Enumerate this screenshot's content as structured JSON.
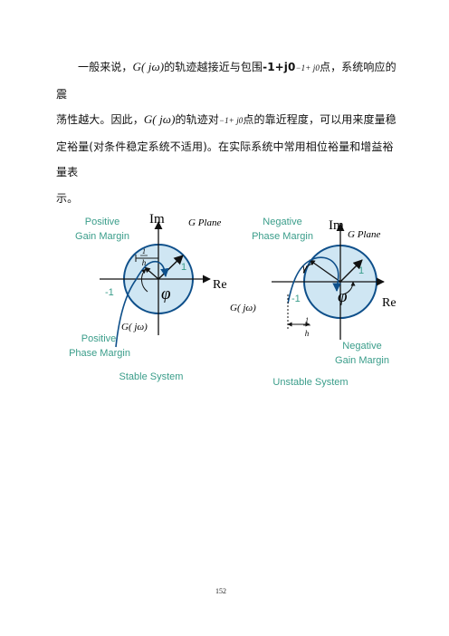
{
  "paragraph": {
    "l1_a": "一般来说，",
    "gjw": "G( jω)",
    "l1_b": "的轨迹越接近与包围",
    "l1_point": "-1+j0",
    "l1_point_small": "−1+ j0",
    "l1_c": "点，系统响应的震",
    "l2_a": "荡性越大。因此，",
    "l2_b": "的轨迹对",
    "l2_point_small": "−1+ j0",
    "l2_c": "点的靠近程度，可以用来度量稳",
    "l3": "定裕量(对条件稳定系统不适用)。在实际系统中常用相位裕量和增益裕量表",
    "l4": "示。"
  },
  "figure_left": {
    "positive_gain_1": "Positive",
    "positive_gain_2": "Gain Margin",
    "im": "Im",
    "plane": "G Plane",
    "re": "Re",
    "one_over_h_num": "1",
    "one_over_h_den": "h",
    "one": "1",
    "minus_one": "-1",
    "phi": "φ",
    "gjw": "G( jω)",
    "positive_phase_1": "Positive",
    "positive_phase_2": "Phase Margin",
    "caption": "Stable System"
  },
  "figure_right": {
    "negative_phase_1": "Negative",
    "negative_phase_2": "Phase Margin",
    "im": "Im",
    "plane": "G Plane",
    "re": "Re",
    "gamma": "γ",
    "one": "1",
    "minus_one": "-1",
    "phi": "φ",
    "gjw": "G( jω)",
    "one_over_h_num": "1",
    "one_over_h_den": "h",
    "negative_gain_1": "Negative",
    "negative_gain_2": "Gain Margin",
    "caption": "Unstable System"
  },
  "page_number": "152",
  "colors": {
    "teal": "#3a9d8a",
    "circle_fill": "#cfe6f3",
    "curve": "#0e4f8a"
  }
}
